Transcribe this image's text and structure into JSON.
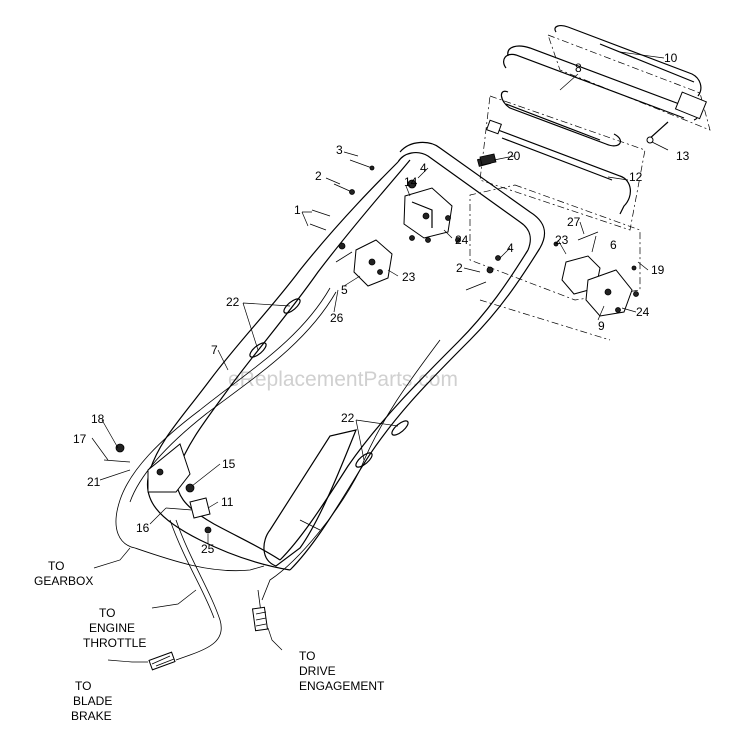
{
  "watermark": "eReplacementParts.com",
  "callouts": {
    "c1": "1",
    "c2a": "2",
    "c2b": "2",
    "c3": "3",
    "c4a": "4",
    "c4b": "4",
    "c5": "5",
    "c6": "6",
    "c7": "7",
    "c8": "8",
    "c9": "9",
    "c10": "10",
    "c11": "11",
    "c12": "12",
    "c13": "13",
    "c14": "14",
    "c15": "15",
    "c16": "16",
    "c17": "17",
    "c18": "18",
    "c19": "19",
    "c20": "20",
    "c21": "21",
    "c22a": "22",
    "c22b": "22",
    "c23a": "23",
    "c23b": "23",
    "c24a": "24",
    "c24b": "24",
    "c25": "25",
    "c26": "26",
    "c27": "27"
  },
  "cable_labels": {
    "gearbox": [
      "TO",
      "GEARBOX"
    ],
    "throttle": [
      "TO",
      "ENGINE",
      "THROTTLE"
    ],
    "drive": [
      "TO",
      "DRIVE",
      "ENGAGEMENT"
    ],
    "brake": [
      "TO",
      "BLADE",
      "BRAKE"
    ]
  }
}
